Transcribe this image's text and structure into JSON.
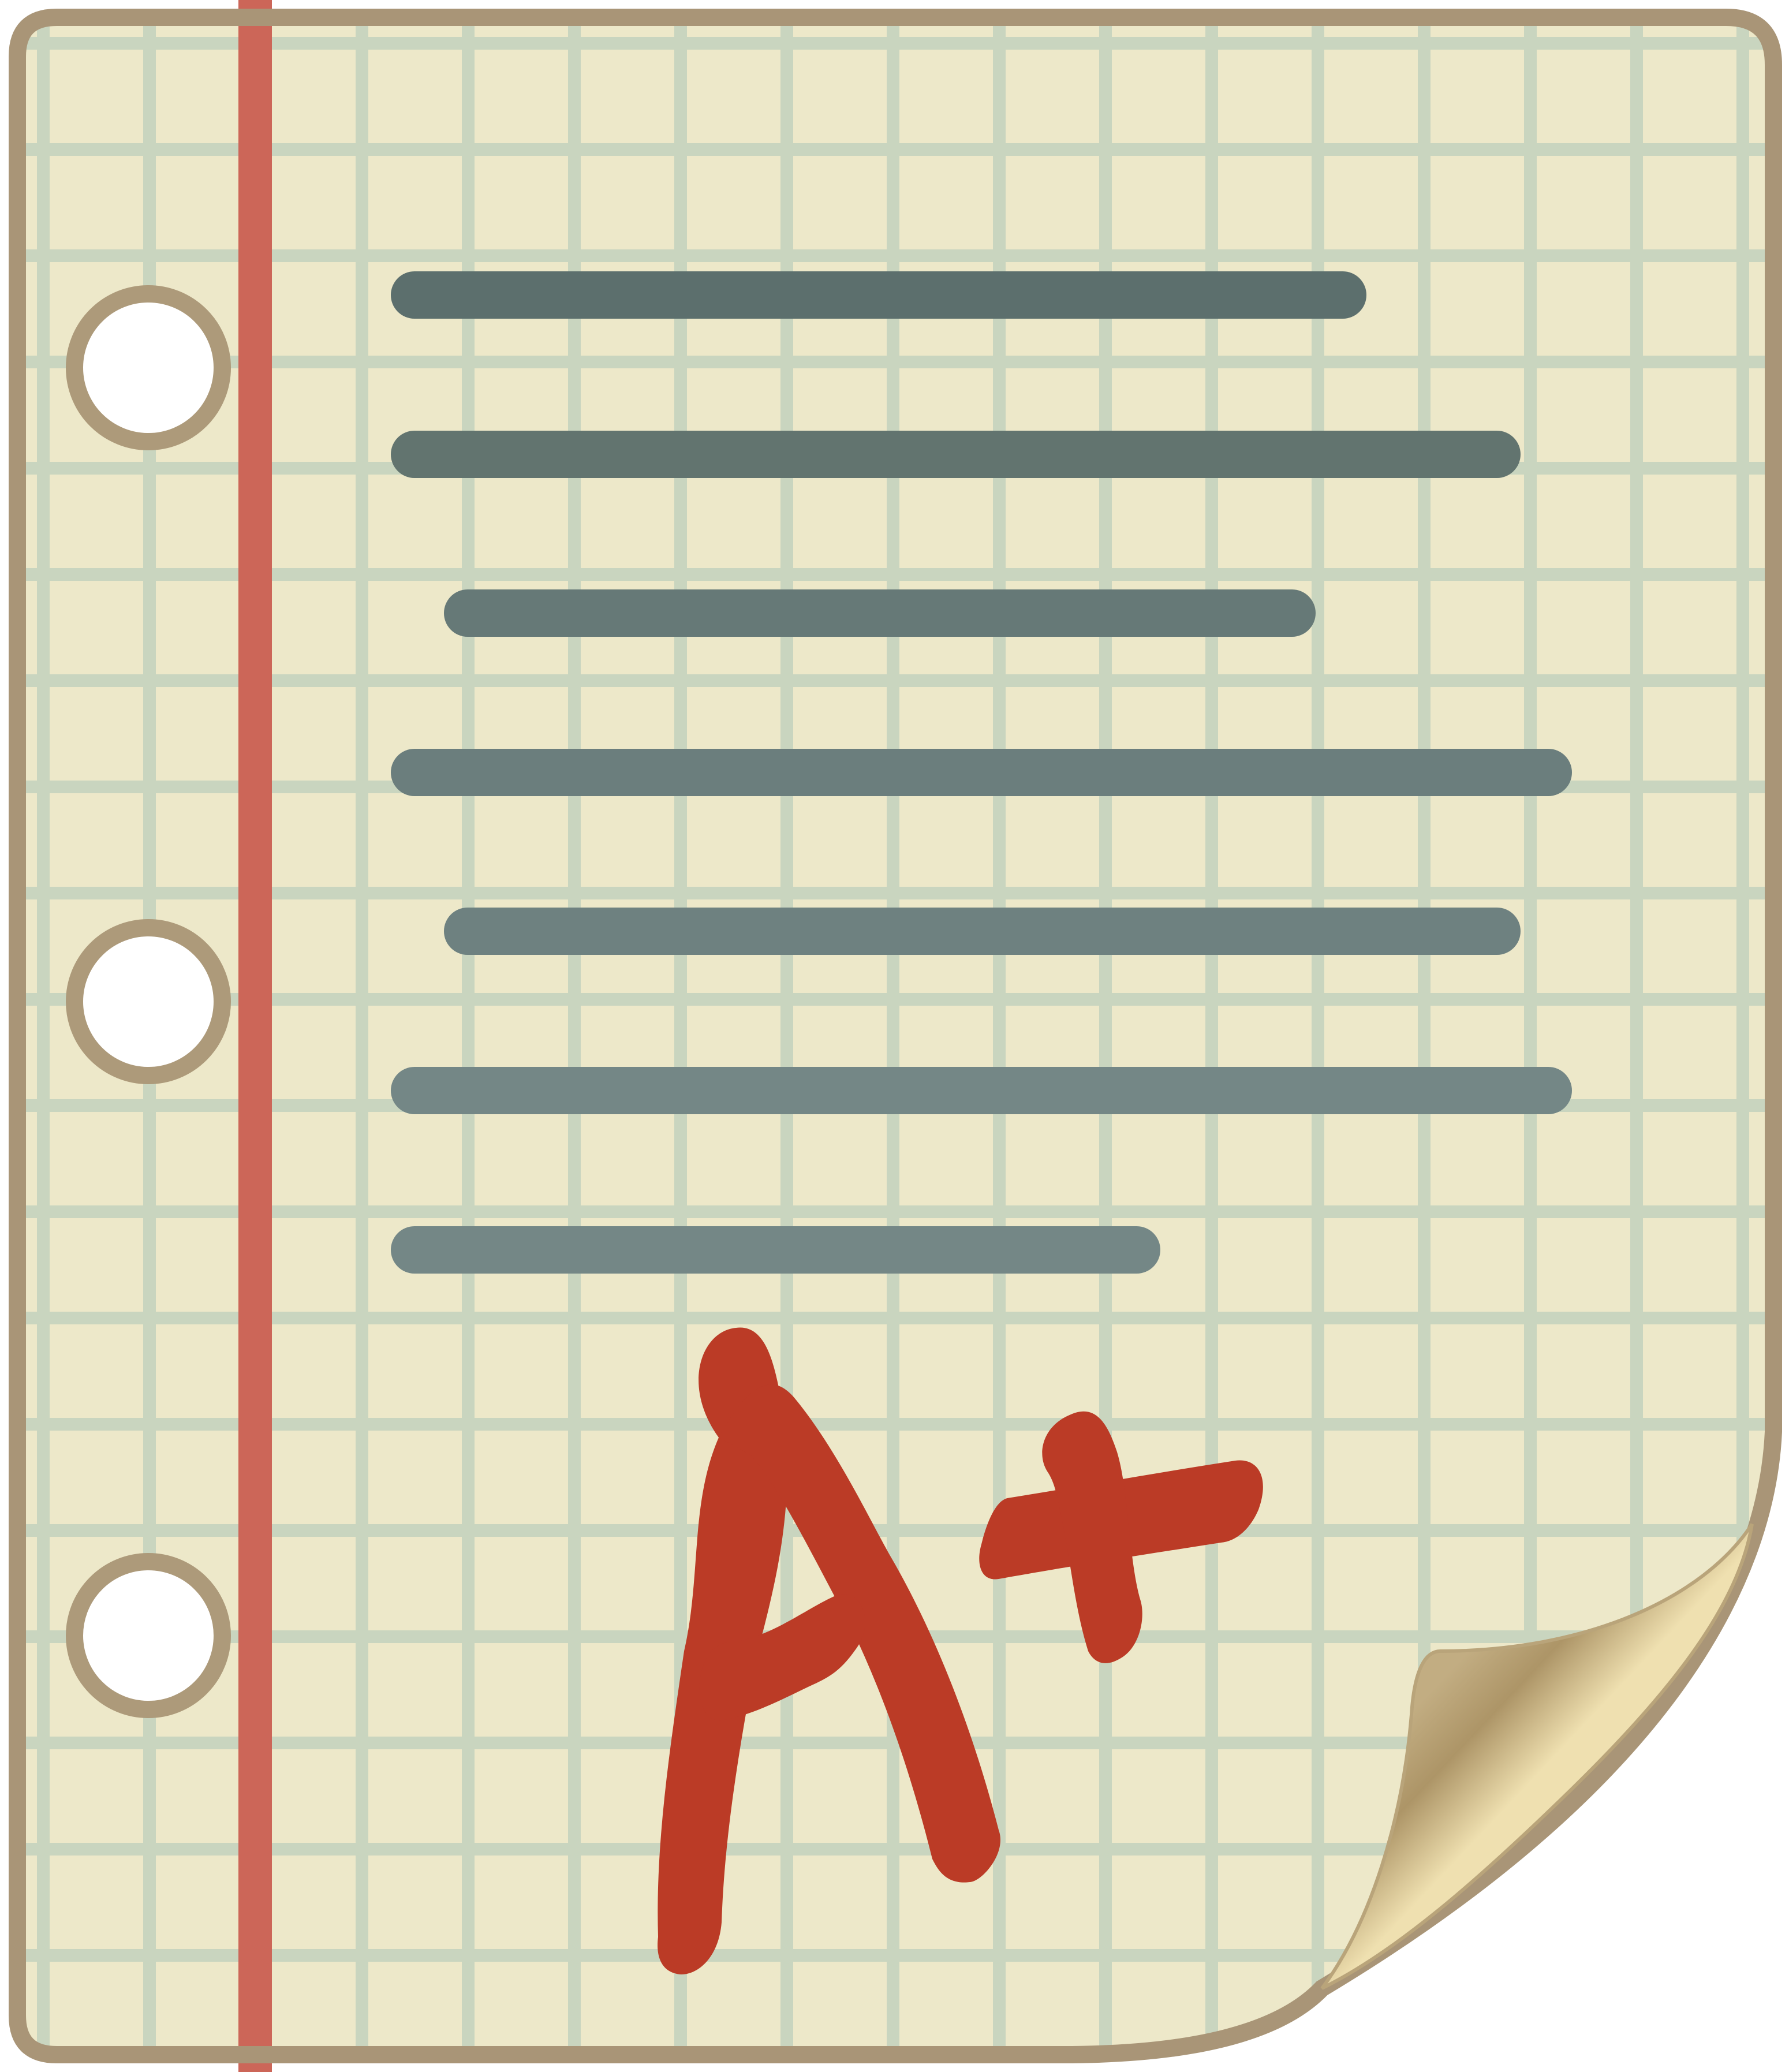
{
  "illustration": {
    "grade": "A+",
    "text_line_count": 7,
    "binder_hole_count": 3,
    "colors": {
      "paper": "#ede8c9",
      "paper_border": "#a99577",
      "grid": "#c9d5bf",
      "margin_line": "#cc6658",
      "text_line_dark": "#586b69",
      "text_line_light": "#7d9091",
      "grade_ink": "#bb3b26",
      "hole_fill": "#ffffff",
      "curl_light": "#efe0b0",
      "curl_dark": "#ad9567"
    }
  }
}
